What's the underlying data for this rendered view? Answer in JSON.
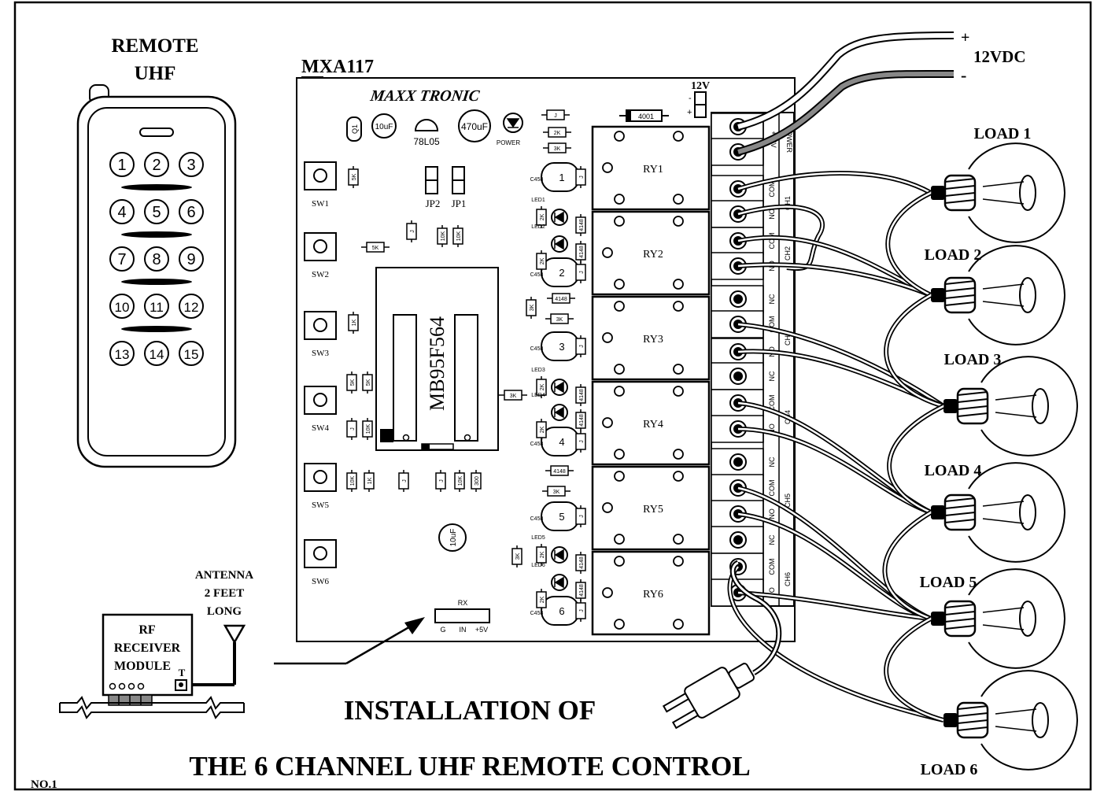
{
  "title_line1": "INSTALLATION OF",
  "title_line2": "THE 6 CHANNEL UHF REMOTE CONTROL",
  "page_number": "NO.1",
  "remote": {
    "label_line1": "REMOTE",
    "label_line2": "UHF",
    "buttons": [
      "1",
      "2",
      "3",
      "4",
      "5",
      "6",
      "7",
      "8",
      "9",
      "10",
      "11",
      "12",
      "13",
      "14",
      "15"
    ]
  },
  "board": {
    "model": "MXA117",
    "brand": "MAXX TRONIC",
    "chip": "MB95F564",
    "regulator": "78L05",
    "cap_small": "10uF",
    "cap_big": "470uF",
    "cap_bottom": "10uF",
    "power_led_label": "POWER",
    "q1": "Q1",
    "jumper_labels": [
      "JP2",
      "JP1"
    ],
    "supply_label": "12V",
    "diode_label": "4001",
    "switches": [
      "SW1",
      "SW2",
      "SW3",
      "SW4",
      "SW5",
      "SW6"
    ],
    "relays": [
      "RY1",
      "RY2",
      "RY3",
      "RY4",
      "RY5",
      "RY6"
    ],
    "rx_header": {
      "label": "RX",
      "pins": [
        "G",
        "IN",
        "+5V"
      ]
    },
    "res_labels": [
      "J",
      "2K",
      "3K",
      "5K",
      "J",
      "10K",
      "10K",
      "3K",
      "4148",
      "3K",
      "1K",
      "5K",
      "5K",
      "10K",
      "J",
      "10K",
      "1K",
      "J",
      "J",
      "10K",
      "300",
      "4148",
      "3K",
      "3K",
      "2K",
      "2K",
      "2K",
      "2K"
    ],
    "transistor_label": "C458",
    "led_labels": [
      "LED1",
      "LED2",
      "LED3",
      "LED4",
      "LED5",
      "LED6"
    ],
    "terminal_labels": [
      "NC",
      "COM",
      "NO",
      "CH"
    ],
    "power_terminal": [
      "+12V",
      "POWER"
    ]
  },
  "power_input": {
    "voltage": "12VDC",
    "plus": "+",
    "minus": "-"
  },
  "loads": [
    "LOAD 1",
    "LOAD 2",
    "LOAD 3",
    "LOAD 4",
    "LOAD 5",
    "LOAD 6"
  ],
  "rf_module": {
    "line1": "RF",
    "line2": "RECEIVER",
    "line3": "MODULE",
    "pin_label": "T",
    "antenna_line1": "ANTENNA",
    "antenna_line2": "2 FEET",
    "antenna_line3": "LONG"
  }
}
